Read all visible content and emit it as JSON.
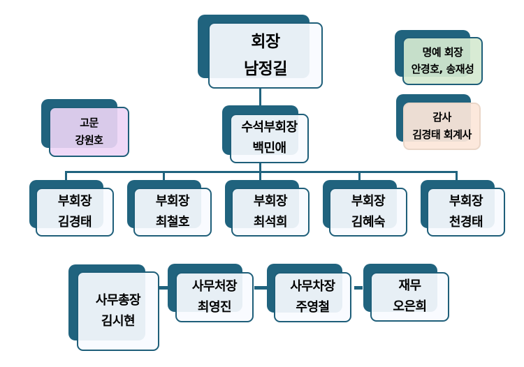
{
  "page": {
    "background": "#ffffff"
  },
  "colors": {
    "accent_teal": "#20637E",
    "border_teal": "#1E5E79",
    "box_fill_light": "#E9EDF4",
    "box_fill_white": "#FAFBFD",
    "fill_green": "#D8ECD6",
    "fill_purple": "#EDD9F5",
    "fill_peach": "#FCE7DA",
    "peach_border": "#EAD6C8",
    "text": "#000000"
  },
  "nodes": {
    "chairman": {
      "title": "회장",
      "name": "남정길"
    },
    "honorary_chairman": {
      "title": "명예 회장",
      "name": "안경호, 송재성"
    },
    "auditor": {
      "title": "감사",
      "name": "김경태 회계사"
    },
    "advisor": {
      "title": "고문",
      "name": "강원호"
    },
    "senior_vice_chairman": {
      "title": "수석부회장",
      "name": "백민애"
    },
    "vice_chairmen": [
      {
        "title": "부회장",
        "name": "김경태"
      },
      {
        "title": "부회장",
        "name": "최철호"
      },
      {
        "title": "부회장",
        "name": "최석희"
      },
      {
        "title": "부회장",
        "name": "김혜숙"
      },
      {
        "title": "부회장",
        "name": "천경태"
      }
    ],
    "secretariat": [
      {
        "title": "사무총장",
        "name": "김시현"
      },
      {
        "title": "사무처장",
        "name": "최영진"
      },
      {
        "title": "사무차장",
        "name": "주영철"
      },
      {
        "title": "재무",
        "name": "오은희"
      }
    ]
  }
}
